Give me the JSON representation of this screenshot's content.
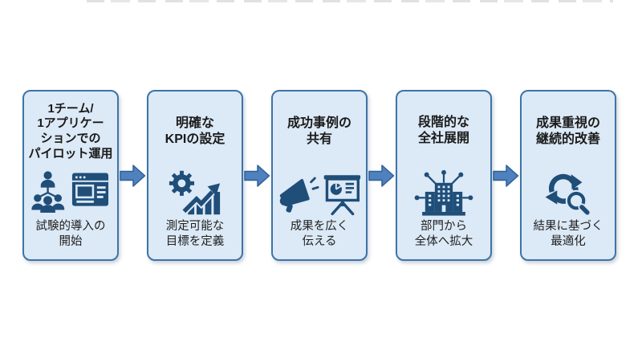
{
  "diagram": {
    "type": "process-flow",
    "direction": "left-to-right",
    "language": "ja",
    "steps": [
      {
        "title": "1チーム/\n1アプリケー\nションでの\nパイロット運用",
        "subtitle": "試験的導入の\n開始",
        "icon": "team-browser-icon"
      },
      {
        "title": "明確な\nKPIの設定",
        "subtitle": "測定可能な\n目標を定義",
        "icon": "gear-growth-chart-icon"
      },
      {
        "title": "成功事例の\n共有",
        "subtitle": "成果を広く\n伝える",
        "icon": "megaphone-presentation-icon"
      },
      {
        "title": "段階的な\n全社展開",
        "subtitle": "部門から\n全体へ拡大",
        "icon": "connected-building-icon"
      },
      {
        "title": "成果重視の\n継続的改善",
        "subtitle": "結果に基づく\n最適化",
        "icon": "refresh-magnifier-icon"
      }
    ],
    "connector": "right-block-arrow"
  },
  "colors": {
    "box_fill": "#dce9f6",
    "box_border": "#3d74a8",
    "icon": "#1f4e79",
    "arrow_fill": "#4e81bd",
    "arrow_border": "#2f5f97",
    "title_text": "#1a1a1a",
    "subtitle_text": "#1f1f1f"
  }
}
